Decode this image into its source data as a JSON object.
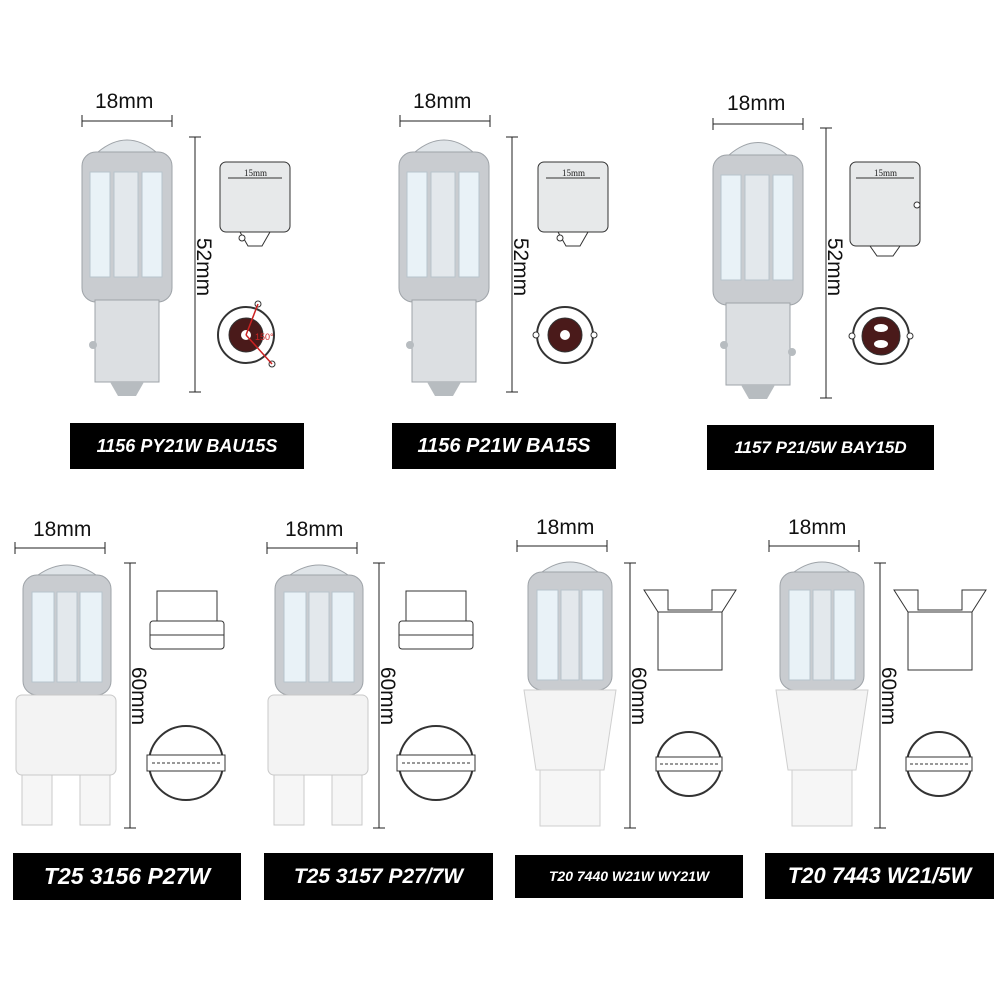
{
  "products": [
    {
      "caption": "1156 PY21W BAU15S",
      "width_label": "18mm",
      "height_label": "52mm",
      "base_width_label": "15mm",
      "socket": "bau15s"
    },
    {
      "caption": "1156 P21W BA15S",
      "width_label": "18mm",
      "height_label": "52mm",
      "base_width_label": "15mm",
      "socket": "ba15s"
    },
    {
      "caption": "1157 P21/5W BAY15D",
      "width_label": "18mm",
      "height_label": "52mm",
      "base_width_label": "15mm",
      "socket": "bay15d"
    },
    {
      "caption": "T25 3156 P27W",
      "width_label": "18mm",
      "height_label": "60mm",
      "socket": "t25"
    },
    {
      "caption": "T25 3157 P27/7W",
      "width_label": "18mm",
      "height_label": "60mm",
      "socket": "t25"
    },
    {
      "caption": "T20 7440 W21W WY21W",
      "width_label": "18mm",
      "height_label": "60mm",
      "socket": "t20"
    },
    {
      "caption": "T20 7443 W21/5W",
      "width_label": "18mm",
      "height_label": "60mm",
      "socket": "t20"
    }
  ],
  "pin_angle_label": "150°",
  "colors": {
    "chrome": "#c9ccd0",
    "led": "#e9f2f7",
    "caption_bg": "#000000",
    "caption_text": "#ffffff"
  }
}
